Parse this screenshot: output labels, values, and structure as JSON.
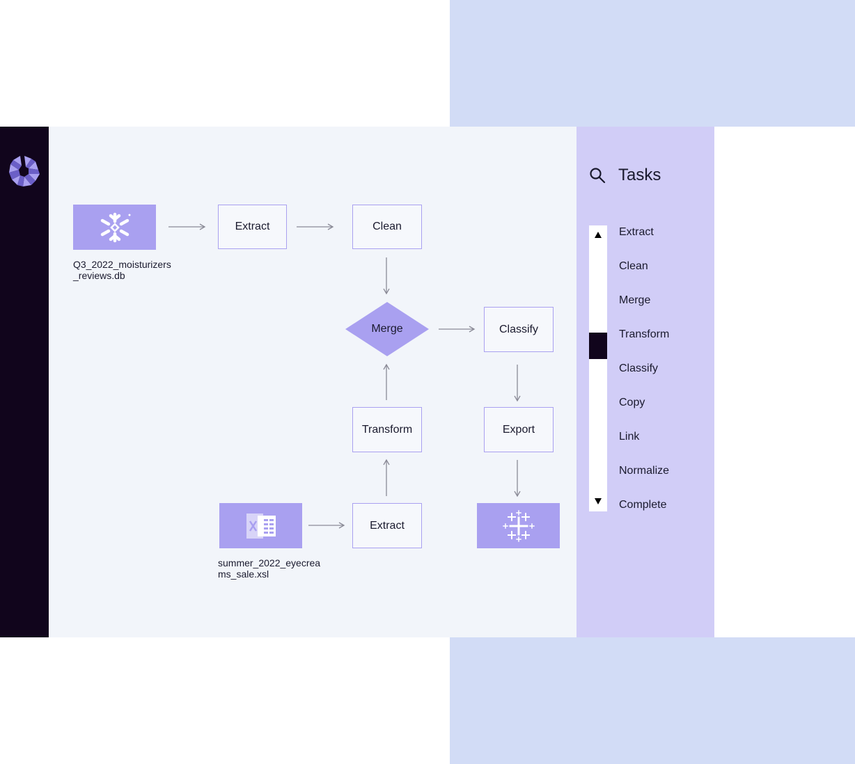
{
  "sources": {
    "db_file": "Q3_2022_moisturizers_reviews.db",
    "xls_file_line1": "summer_2022_eyecrea",
    "xls_file_line2": "ms_sale.xsl",
    "db_file_line1": "Q3_2022_moisturizers",
    "db_file_line2": "_reviews.db"
  },
  "flow": {
    "extract_top": "Extract",
    "clean": "Clean",
    "merge": "Merge",
    "classify": "Classify",
    "transform": "Transform",
    "export": "Export",
    "extract_bottom": "Extract"
  },
  "tasks": {
    "title": "Tasks",
    "items": [
      "Extract",
      "Clean",
      "Merge",
      "Transform",
      "Classify",
      "Copy",
      "Link",
      "Normalize",
      "Complete"
    ]
  },
  "icons": {
    "logo": "aperture-logo-icon",
    "snowflake": "snowflake-icon",
    "excel": "excel-icon",
    "tableau": "tableau-icon",
    "search": "search-icon"
  },
  "colors": {
    "accent": "#a9a0f0",
    "sidebar": "#11051c",
    "canvas": "#f2f5fa",
    "tasks_panel": "#d1cdf7",
    "decor": "#d2dcf6"
  }
}
